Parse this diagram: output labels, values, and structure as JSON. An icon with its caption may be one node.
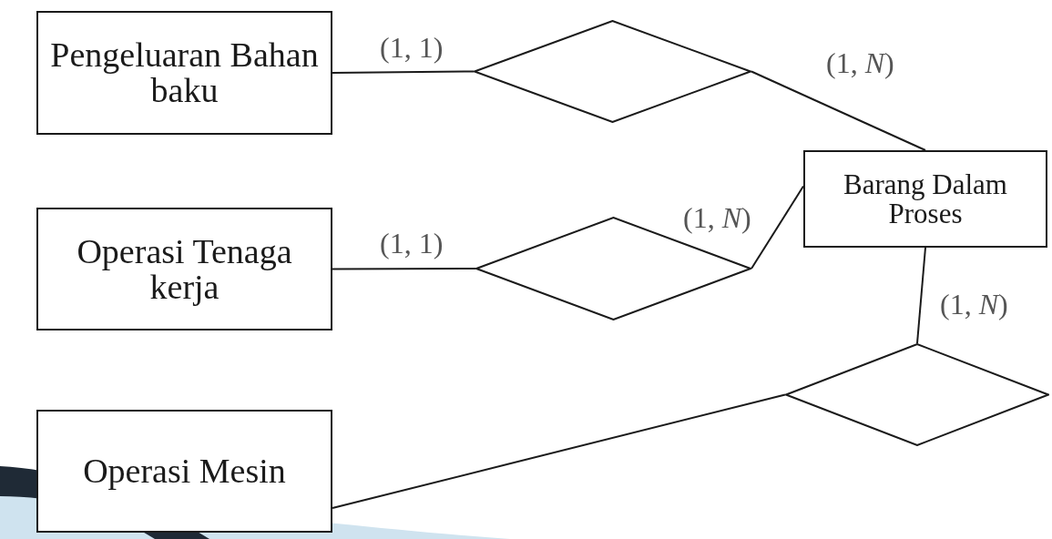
{
  "diagram": {
    "nodes": [
      {
        "text": [
          "Pengeluaran Bahan baku"
        ]
      },
      {
        "text": [],
        "shape": "diamond"
      },
      {
        "text": [
          "Barang Dalam Proses"
        ]
      },
      {
        "text": [
          "Operasi Tenaga kerja"
        ]
      },
      {
        "text": [],
        "shape": "diamond"
      },
      {
        "text": [
          "Operasi Mesin"
        ]
      },
      {
        "text": [],
        "shape": "diamond"
      }
    ],
    "edges": [
      {
        "from": 0,
        "to": 1,
        "arrow": "none",
        "label": "(1, 1)"
      },
      {
        "from": 1,
        "to": 2,
        "arrow": "none",
        "label": "(1, *N*)"
      },
      {
        "from": 3,
        "to": 4,
        "arrow": "none",
        "label": "(1, 1)"
      },
      {
        "from": 4,
        "to": 2,
        "arrow": "none",
        "label": "(1, *N*)"
      },
      {
        "from": 2,
        "to": 6,
        "arrow": "none",
        "label": "(1, *N*)"
      },
      {
        "from": 5,
        "to": 6,
        "arrow": "none"
      }
    ]
  }
}
